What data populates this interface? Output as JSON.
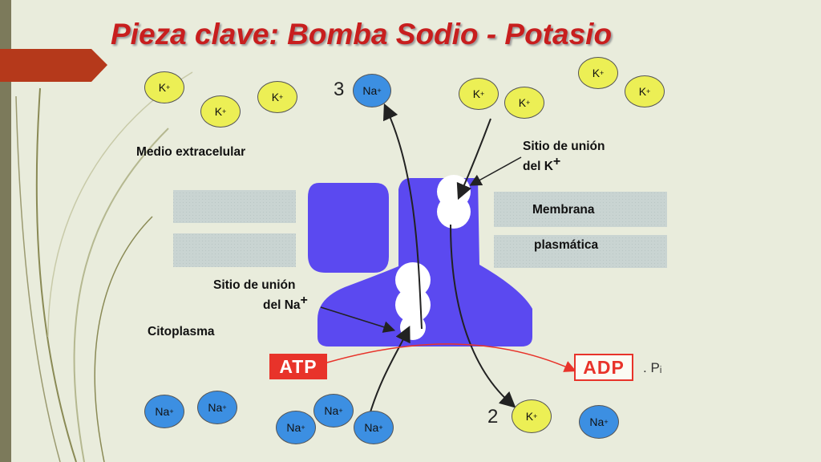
{
  "title": "Pieza clave: Bomba Sodio - Potasio",
  "labels": {
    "medio_extracelular": "Medio extracelular",
    "sitio_k_line1": "Sitio de unión",
    "sitio_k_line2": "del K",
    "membrana": "Membrana",
    "plasmatica": "plasmática",
    "sitio_na_line1": "Sitio de unión",
    "sitio_na_line2": "del Na",
    "citoplasma": "Citoplasma",
    "plus": "+"
  },
  "counts": {
    "na_out": "3",
    "k_in": "2"
  },
  "ions": {
    "k": "K",
    "na": "Na",
    "charge": "+"
  },
  "energy": {
    "atp": "ATP",
    "adp": "ADP",
    "pi": ". Pᵢ"
  },
  "colors": {
    "title": "#c81e1e",
    "pump": "#5b49f0",
    "membrane": "#c8d4d2",
    "k_ion": "#ecef55",
    "na_ion": "#3c8fe2",
    "atp": "#e8332a",
    "accent_tab": "#b5391b"
  }
}
